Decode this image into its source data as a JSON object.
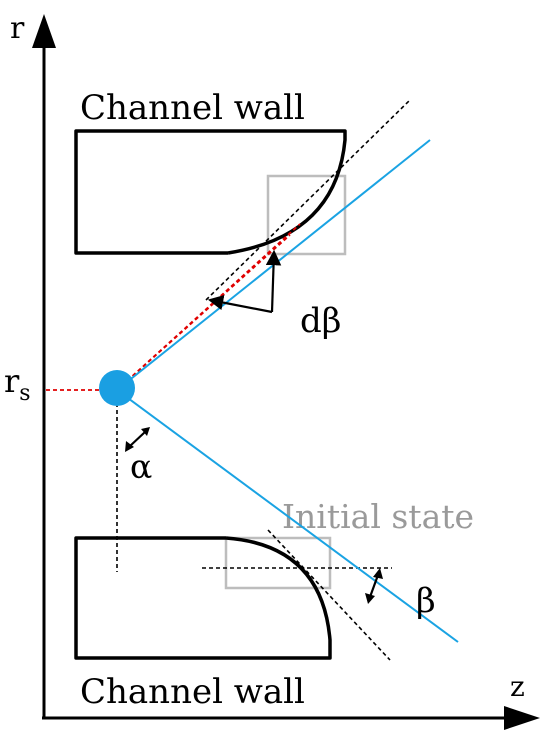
{
  "labels": {
    "r_axis": "r",
    "z_axis": "z",
    "top_wall": "Channel wall",
    "bottom_wall": "Channel wall",
    "initial_state": "Initial state",
    "d_beta": "dβ",
    "beta": "β",
    "alpha": "α",
    "r_s_main": "r",
    "r_s_sub": "s"
  },
  "colors": {
    "ink": "#000000",
    "beam": "#1aa3e3",
    "source": "#1a9fe2",
    "reference": "#e00000",
    "initial_state": "#9a9a9a",
    "initial_outline": "#bdbdbd"
  }
}
